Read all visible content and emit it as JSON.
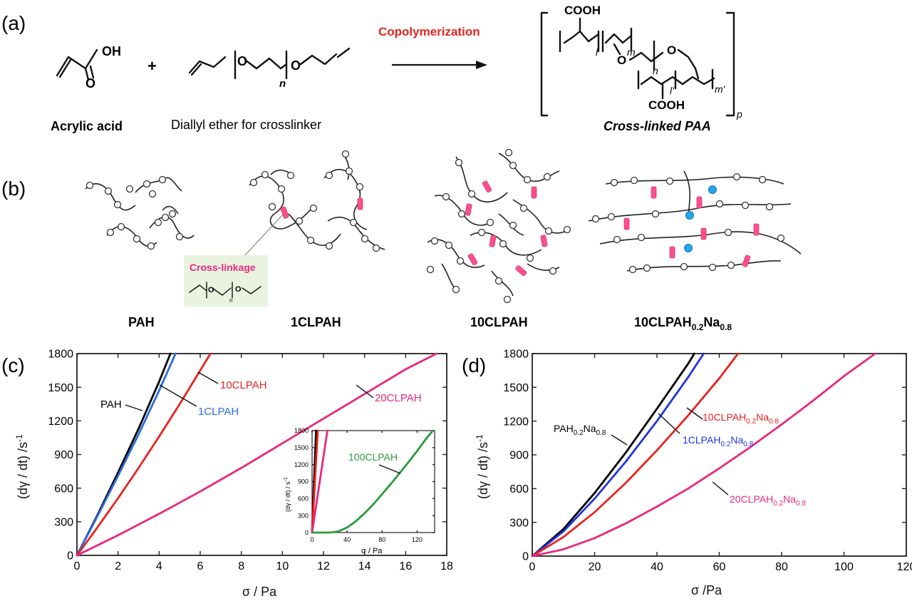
{
  "panel_labels": {
    "a": "(a)",
    "b": "(b)",
    "c": "(c)",
    "d": "(d)"
  },
  "scheme": {
    "reagent1_name": "Acrylic acid",
    "reagent2_name": "Diallyl ether for crosslinker",
    "plus": "+",
    "arrow_label": "Copolymerization",
    "product_name": "Cross-linked PAA",
    "atom_oh": "OH",
    "atom_o": "O",
    "atom_cooh": "COOH",
    "sub_n": "n",
    "sub_l": "l",
    "sub_m": "m",
    "sub_l2": "l'",
    "sub_m2": "m'",
    "sub_p": "p"
  },
  "networks": {
    "labels": [
      "PAH",
      "1CLPAH",
      "10CLPAH",
      "10CLPAH",
      "0.2",
      "Na",
      "0.8"
    ],
    "crosslinkage_title": "Cross-linkage",
    "crosslinkage_o": "O",
    "crosslinkage_sub": "n"
  },
  "colors": {
    "accent_red": "#e8231e",
    "link_pink": "#ff4f8b",
    "ion_blue": "#22a6ee",
    "inset_bg": "#eaf3e0"
  },
  "chart_data": [
    {
      "type": "line",
      "panel": "(c)",
      "xlabel": "σ / Pa",
      "ylabel": "(dγ / dt) /s",
      "ylabel_sup": "-1",
      "xlim": [
        0,
        18
      ],
      "ylim": [
        0,
        1800
      ],
      "xticks": [
        "0",
        "2",
        "4",
        "6",
        "8",
        "10",
        "12",
        "14",
        "16",
        "18"
      ],
      "yticks": [
        "0",
        "300",
        "600",
        "900",
        "1200",
        "1500",
        "1800"
      ],
      "series": [
        {
          "name": "PAH",
          "color": "#000000",
          "x": [
            0,
            1,
            2,
            3,
            4,
            4.55
          ],
          "y": [
            0,
            360,
            740,
            1130,
            1550,
            1800
          ]
        },
        {
          "name": "1CLPAH",
          "color": "#2a6de0",
          "x": [
            0,
            1,
            2,
            3,
            4,
            4.8
          ],
          "y": [
            0,
            350,
            710,
            1080,
            1470,
            1800
          ]
        },
        {
          "name": "10CLPAH",
          "color": "#e8231e",
          "x": [
            0,
            1,
            2,
            3,
            4,
            5,
            6,
            6.5
          ],
          "y": [
            0,
            250,
            510,
            780,
            1060,
            1350,
            1650,
            1800
          ]
        },
        {
          "name": "20CLPAH",
          "color": "#e8287e",
          "x": [
            0,
            2,
            4,
            6,
            8,
            10,
            12,
            14,
            16,
            17.5
          ],
          "y": [
            0,
            180,
            370,
            570,
            780,
            1000,
            1220,
            1440,
            1660,
            1800
          ]
        }
      ],
      "inset": {
        "xlabel": "σ / Pa",
        "ylabel": "(dγ / dt) / s",
        "ylabel_sup": "-1",
        "xlim": [
          0,
          140
        ],
        "ylim": [
          0,
          1800
        ],
        "xticks": [
          "0",
          "40",
          "80",
          "120"
        ],
        "yticks": [
          "0",
          "300",
          "600",
          "900",
          "1200",
          "1500",
          "1800"
        ],
        "series": [
          {
            "name": "PAH",
            "color": "#000000",
            "x": [
              0,
              4.55
            ],
            "y": [
              0,
              1800
            ]
          },
          {
            "name": "10CLPAH",
            "color": "#e8231e",
            "x": [
              0,
              6.5
            ],
            "y": [
              0,
              1800
            ]
          },
          {
            "name": "20CLPAH",
            "color": "#e8287e",
            "x": [
              0,
              17.5
            ],
            "y": [
              0,
              1800
            ]
          },
          {
            "name": "100CLPAH",
            "color": "#2a9a3c",
            "x": [
              0,
              20,
              30,
              40,
              50,
              60,
              70,
              80,
              90,
              100,
              110,
              120,
              130,
              138
            ],
            "y": [
              0,
              0,
              20,
              90,
              200,
              340,
              500,
              680,
              860,
              1050,
              1240,
              1440,
              1650,
              1800
            ]
          }
        ]
      }
    },
    {
      "type": "line",
      "panel": "(d)",
      "xlabel": "σ /Pa",
      "ylabel": "(dγ / dt) /s",
      "ylabel_sup": "-1",
      "xlim": [
        0,
        120
      ],
      "ylim": [
        0,
        1800
      ],
      "xticks": [
        "0",
        "20",
        "40",
        "60",
        "80",
        "100",
        "120"
      ],
      "yticks": [
        "0",
        "300",
        "600",
        "900",
        "1200",
        "1500",
        "1800"
      ],
      "series": [
        {
          "name": "PAH",
          "name_sub1": "0.2",
          "name_mid": "Na",
          "name_sub2": "0.8",
          "color": "#000000",
          "x": [
            0,
            10,
            20,
            30,
            40,
            50,
            52
          ],
          "y": [
            0,
            240,
            560,
            920,
            1310,
            1710,
            1800
          ]
        },
        {
          "name": "1CLPAH",
          "name_sub1": "0.2",
          "name_mid": "Na",
          "name_sub2": "0.8",
          "color": "#2233dd",
          "x": [
            0,
            10,
            20,
            30,
            40,
            50,
            55
          ],
          "y": [
            0,
            220,
            510,
            840,
            1200,
            1590,
            1800
          ]
        },
        {
          "name": "10CLPAH",
          "name_sub1": "0.2",
          "name_mid": "Na",
          "name_sub2": "0.8",
          "color": "#e8231e",
          "x": [
            0,
            10,
            20,
            30,
            40,
            50,
            60,
            66
          ],
          "y": [
            0,
            170,
            390,
            650,
            940,
            1250,
            1580,
            1800
          ]
        },
        {
          "name": "20CLPAH",
          "name_sub1": "0.2",
          "name_mid": "Na",
          "name_sub2": "0.8",
          "color": "#e8287e",
          "x": [
            0,
            10,
            20,
            30,
            40,
            50,
            60,
            70,
            80,
            90,
            100,
            110
          ],
          "y": [
            0,
            60,
            160,
            290,
            440,
            600,
            780,
            970,
            1170,
            1380,
            1600,
            1800
          ]
        }
      ]
    }
  ]
}
